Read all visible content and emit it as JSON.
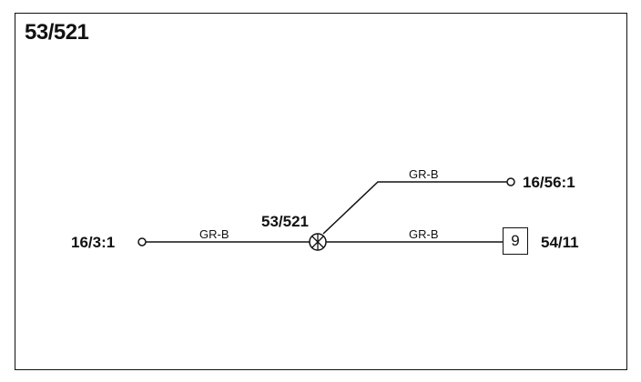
{
  "diagram": {
    "title": "53/521",
    "splice": {
      "label": "53/521"
    },
    "connectors": {
      "left": "16/3:1",
      "upper_right": "16/56:1",
      "lower_right": "54/11"
    },
    "pin": "9",
    "wires": {
      "left_color": "GR-B",
      "upper_color": "GR-B",
      "lower_color": "GR-B"
    }
  }
}
